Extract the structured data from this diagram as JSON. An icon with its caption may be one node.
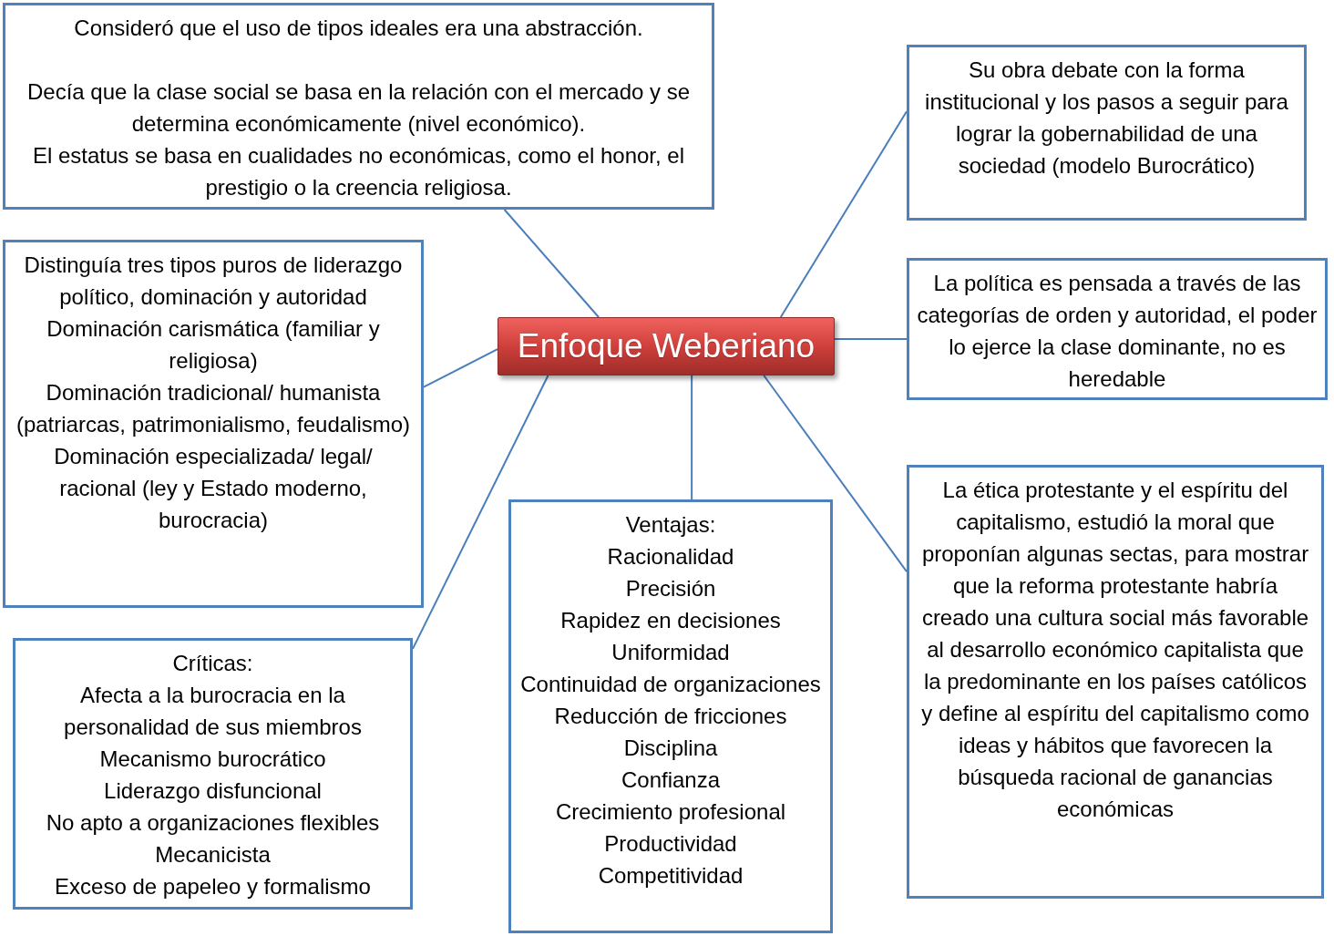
{
  "diagram": {
    "nodes": [
      {
        "text": [
          "Consideró que el uso de tipos ideales era una abstracción.",
          "Decía que la clase social se basa en la relación con el mercado y se determina económicamente (nivel económico).",
          "El estatus se basa en cualidades no económicas, como el honor, el prestigio o la creencia religiosa."
        ]
      },
      {
        "text": [
          "Su obra debate con la forma institucional y los pasos a seguir para lograr la gobernabilidad de una sociedad (modelo Burocrático)"
        ]
      },
      {
        "text": [
          "Distinguía tres tipos puros de liderazgo político, dominación y autoridad",
          "Dominación carismática (familiar y religiosa)",
          "Dominación tradicional/ humanista (patriarcas, patrimonialismo, feudalismo)",
          "Dominación especializada/ legal/ racional (ley y Estado moderno, burocracia)"
        ]
      },
      {
        "text": [
          "La política es pensada a través de las categorías de orden y autoridad, el poder lo ejerce la clase dominante, no es heredable"
        ]
      },
      {
        "text": [
          "Enfoque Weberiano"
        ]
      },
      {
        "text": [
          "La ética protestante y el espíritu del capitalismo, estudió la moral que proponían algunas sectas, para mostrar que la reforma protestante habría creado una cultura social más favorable al desarrollo económico capitalista que la predominante en los países católicos y define al espíritu del capitalismo como ideas y hábitos que favorecen la búsqueda racional de ganancias económicas"
        ]
      },
      {
        "text": [
          "Ventajas:",
          "Racionalidad",
          "Precisión",
          "Rapidez en decisiones",
          "Uniformidad",
          "Continuidad de organizaciones",
          "Reducción de fricciones",
          "Disciplina",
          "Confianza",
          "Crecimiento profesional",
          "Productividad",
          "Competitividad"
        ]
      },
      {
        "text": [
          "Críticas:",
          "Afecta a la burocracia en la personalidad de sus miembros",
          "Mecanismo burocrático",
          "Liderazgo disfuncional",
          "No apto a organizaciones flexibles",
          "Mecanicista",
          "Exceso de papeleo y formalismo"
        ]
      }
    ],
    "edges": [
      {
        "from": 4,
        "to": 0,
        "arrow": "none"
      },
      {
        "from": 4,
        "to": 1,
        "arrow": "none"
      },
      {
        "from": 4,
        "to": 2,
        "arrow": "none"
      },
      {
        "from": 4,
        "to": 3,
        "arrow": "none"
      },
      {
        "from": 4,
        "to": 6,
        "arrow": "none"
      },
      {
        "from": 4,
        "to": 5,
        "arrow": "none"
      },
      {
        "from": 4,
        "to": 7,
        "arrow": "none"
      }
    ]
  }
}
